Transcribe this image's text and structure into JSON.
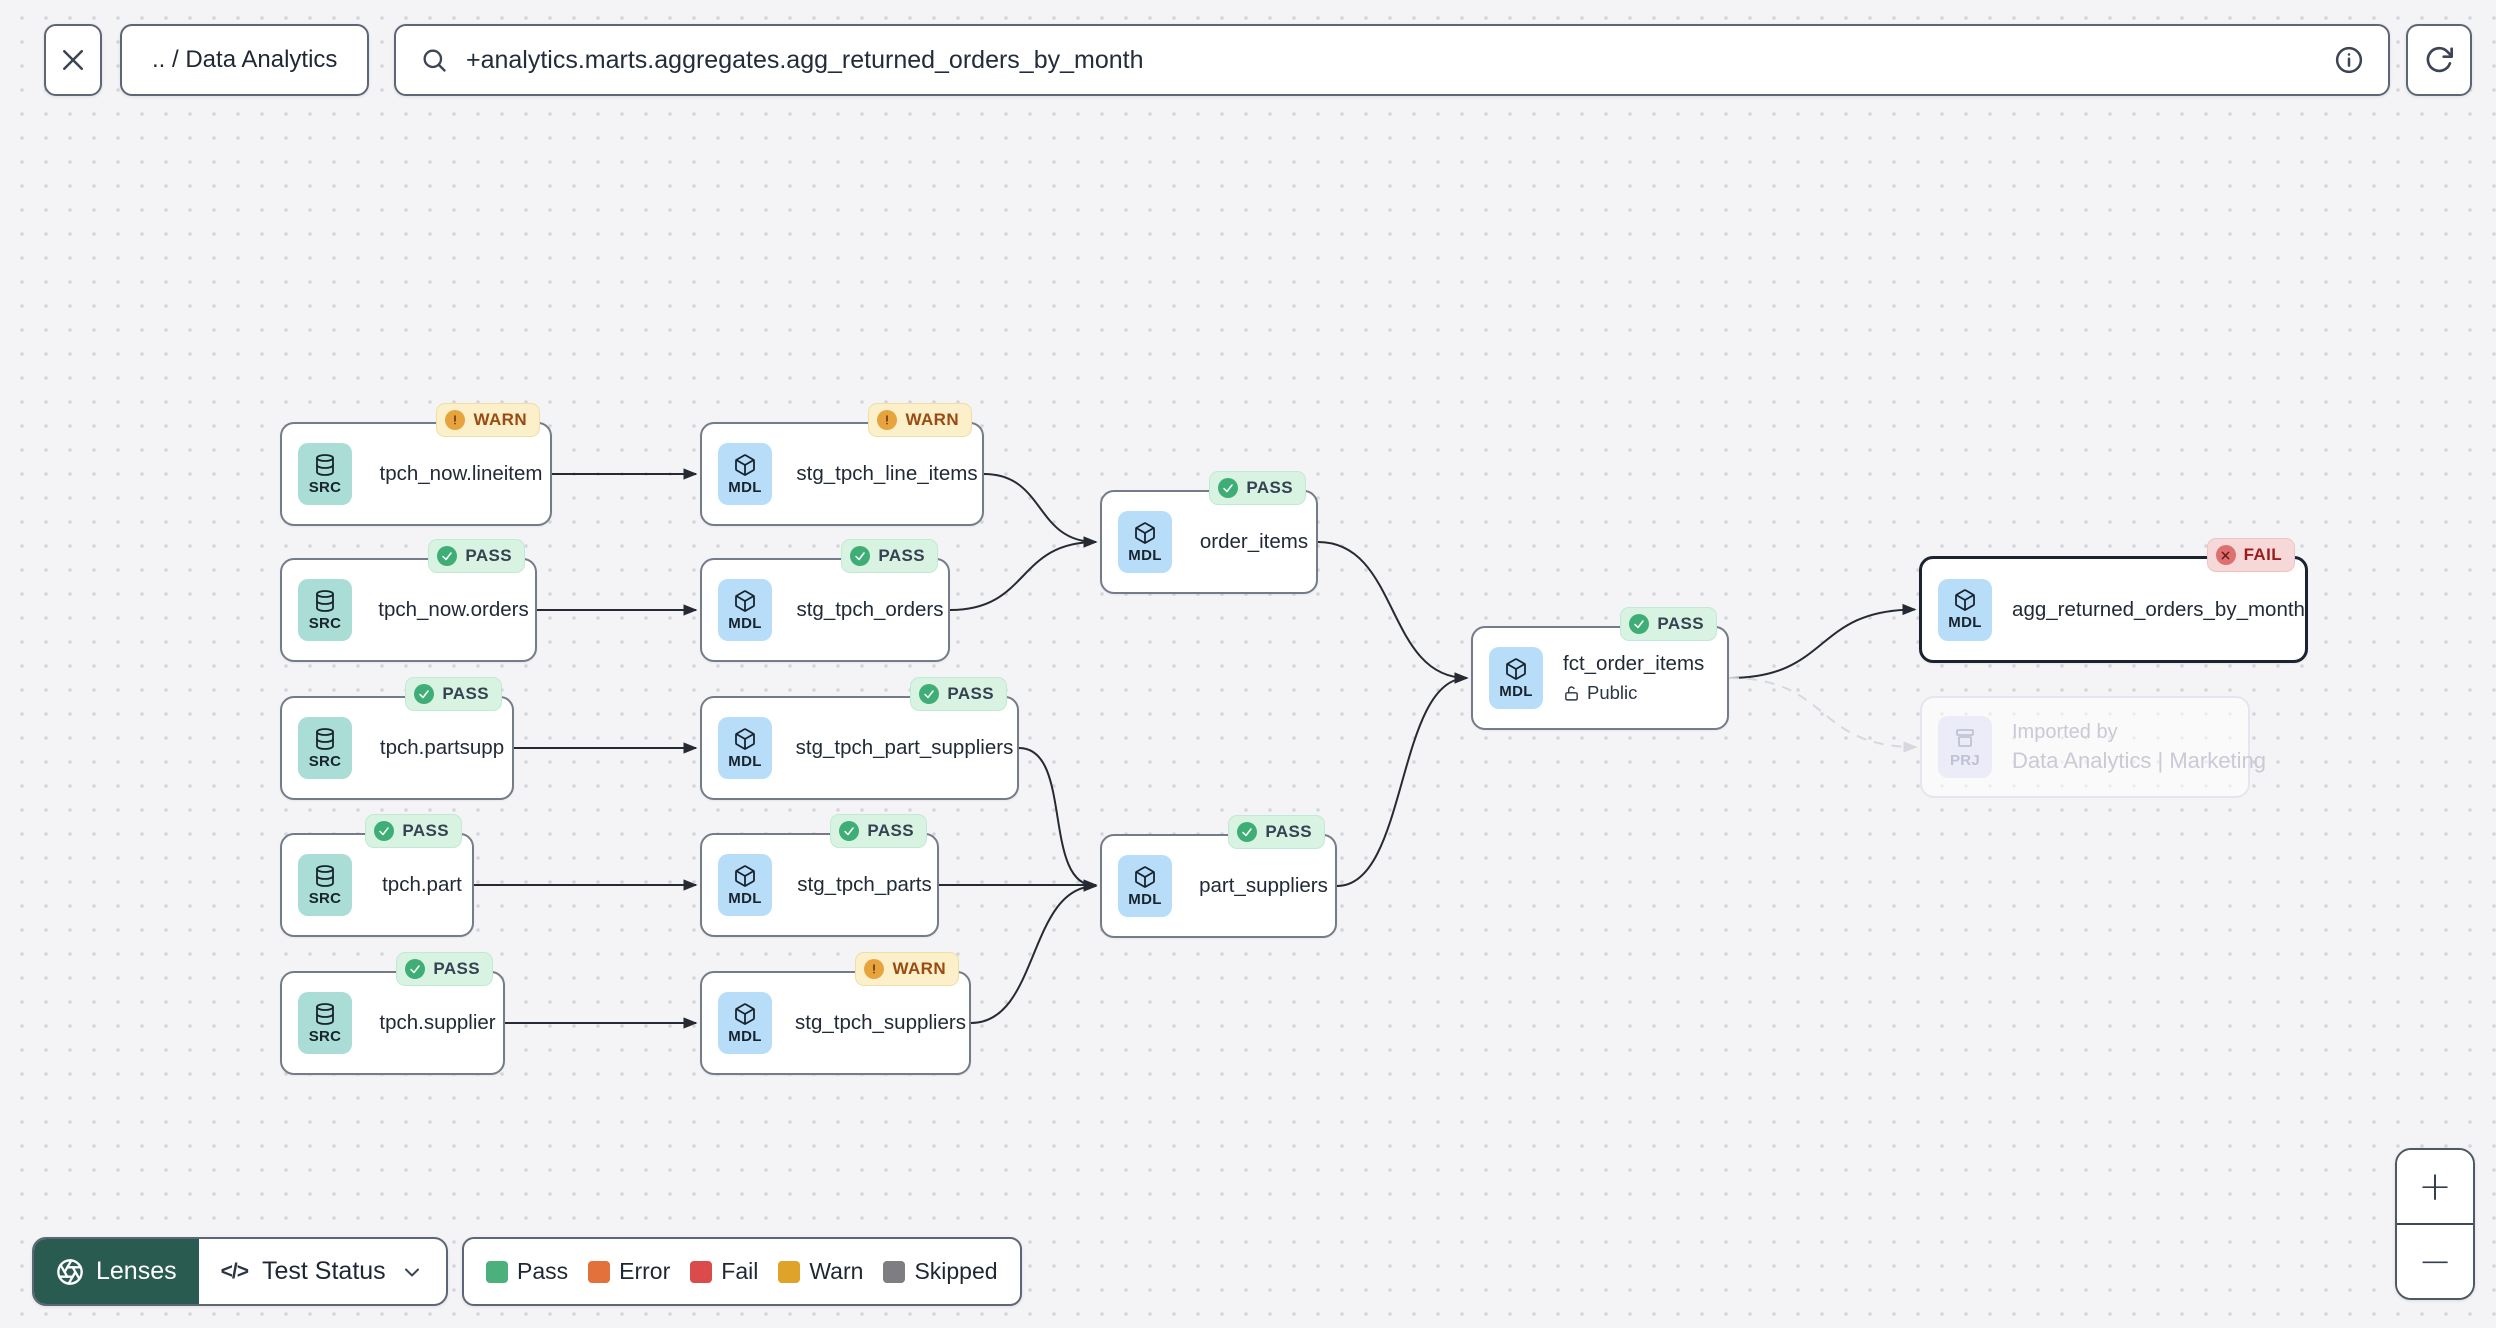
{
  "toolbar": {
    "breadcrumb": ".. / Data Analytics",
    "search_value": "+analytics.marts.aggregates.agg_returned_orders_by_month",
    "close_icon": "close-icon",
    "search_icon": "magnifier-icon",
    "info_icon": "info-icon",
    "refresh_icon": "refresh-icon"
  },
  "graph": {
    "nodes": [
      {
        "id": "tpch_now_lineitem",
        "kind": "SRC",
        "label": "tpch_now.lineitem",
        "status": "WARN"
      },
      {
        "id": "stg_tpch_line_items",
        "kind": "MDL",
        "label": "stg_tpch_line_items",
        "status": "WARN"
      },
      {
        "id": "tpch_now_orders",
        "kind": "SRC",
        "label": "tpch_now.orders",
        "status": "PASS"
      },
      {
        "id": "stg_tpch_orders",
        "kind": "MDL",
        "label": "stg_tpch_orders",
        "status": "PASS"
      },
      {
        "id": "order_items",
        "kind": "MDL",
        "label": "order_items",
        "status": "PASS"
      },
      {
        "id": "tpch_partsupp",
        "kind": "SRC",
        "label": "tpch.partsupp",
        "status": "PASS"
      },
      {
        "id": "stg_tpch_part_suppliers",
        "kind": "MDL",
        "label": "stg_tpch_part_suppliers",
        "status": "PASS"
      },
      {
        "id": "tpch_part",
        "kind": "SRC",
        "label": "tpch.part",
        "status": "PASS"
      },
      {
        "id": "stg_tpch_parts",
        "kind": "MDL",
        "label": "stg_tpch_parts",
        "status": "PASS"
      },
      {
        "id": "part_suppliers",
        "kind": "MDL",
        "label": "part_suppliers",
        "status": "PASS"
      },
      {
        "id": "tpch_supplier",
        "kind": "SRC",
        "label": "tpch.supplier",
        "status": "PASS"
      },
      {
        "id": "stg_tpch_suppliers",
        "kind": "MDL",
        "label": "stg_tpch_suppliers",
        "status": "WARN"
      },
      {
        "id": "fct_order_items",
        "kind": "MDL",
        "label": "fct_order_items",
        "status": "PASS",
        "sublabel": "Public",
        "access_icon": "lock-open-icon"
      },
      {
        "id": "agg_returned_orders_by_month",
        "kind": "MDL",
        "label": "agg_returned_orders_by_month",
        "status": "FAIL",
        "selected": true
      },
      {
        "id": "imported_by",
        "kind": "PRJ",
        "label": "Imported by",
        "sublabel2": "Data Analytics | Marketing",
        "faded": true
      }
    ],
    "edges": [
      {
        "from": "tpch_now_lineitem",
        "to": "stg_tpch_line_items",
        "style": "solid"
      },
      {
        "from": "tpch_now_orders",
        "to": "stg_tpch_orders",
        "style": "solid"
      },
      {
        "from": "tpch_partsupp",
        "to": "stg_tpch_part_suppliers",
        "style": "solid"
      },
      {
        "from": "tpch_part",
        "to": "stg_tpch_parts",
        "style": "solid"
      },
      {
        "from": "tpch_supplier",
        "to": "stg_tpch_suppliers",
        "style": "solid"
      },
      {
        "from": "stg_tpch_line_items",
        "to": "order_items",
        "style": "solid"
      },
      {
        "from": "stg_tpch_orders",
        "to": "order_items",
        "style": "solid"
      },
      {
        "from": "stg_tpch_part_suppliers",
        "to": "part_suppliers",
        "style": "solid"
      },
      {
        "from": "stg_tpch_parts",
        "to": "part_suppliers",
        "style": "solid"
      },
      {
        "from": "stg_tpch_suppliers",
        "to": "part_suppliers",
        "style": "solid"
      },
      {
        "from": "order_items",
        "to": "fct_order_items",
        "style": "solid"
      },
      {
        "from": "part_suppliers",
        "to": "fct_order_items",
        "style": "solid"
      },
      {
        "from": "fct_order_items",
        "to": "agg_returned_orders_by_month",
        "style": "solid"
      },
      {
        "from": "fct_order_items",
        "to": "imported_by",
        "style": "dashed"
      }
    ]
  },
  "footer": {
    "lenses_label": "Lenses",
    "lenses_icon": "aperture-icon",
    "lens_name": "Test Status",
    "code_glyph": "</>",
    "legend": [
      {
        "label": "Pass",
        "color": "#4cb07d"
      },
      {
        "label": "Error",
        "color": "#e2713b"
      },
      {
        "label": "Fail",
        "color": "#dc4b4b"
      },
      {
        "label": "Warn",
        "color": "#dfa32a"
      },
      {
        "label": "Skipped",
        "color": "#7d7d82"
      }
    ]
  },
  "zoom_controls": {
    "zoom_in": "+",
    "zoom_out": "−"
  },
  "colors": {
    "pass_badge_bg": "#d9f3e3",
    "warn_badge_bg": "#fbf0ca",
    "fail_badge_bg": "#f7d8d8",
    "src_badge_bg": "#a9ddd6",
    "mdl_badge_bg": "#b7ddf8",
    "prj_badge_bg": "#ebecf8",
    "lenses_bg": "#2a5b50",
    "edge": "#252a33",
    "selected_border": "#1b2230"
  }
}
